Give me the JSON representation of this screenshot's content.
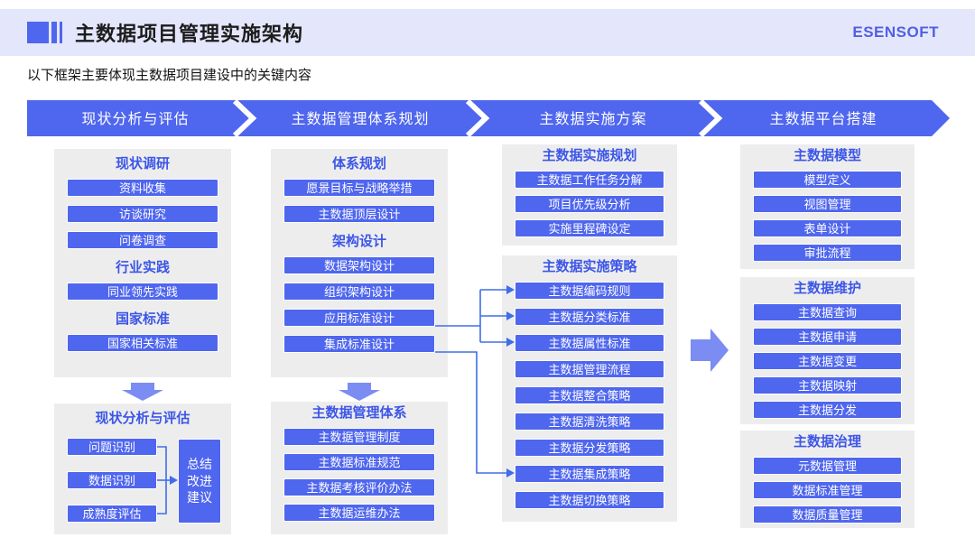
{
  "header": {
    "title": "主数据项目管理实施架构",
    "logo": "ESENSOFT"
  },
  "subtitle": "以下框架主要体现主数据项目建设中的关键内容",
  "stages": [
    "现状分析与评估",
    "主数据管理体系规划",
    "主数据实施方案",
    "主数据平台搭建"
  ],
  "col1": {
    "survey": {
      "heading": "现状调研",
      "items": [
        "资料收集",
        "访谈研究",
        "问卷调查"
      ]
    },
    "industry": {
      "heading": "行业实践",
      "items": [
        "同业领先实践"
      ]
    },
    "national": {
      "heading": "国家标准",
      "items": [
        "国家相关标准"
      ]
    },
    "assessment": {
      "heading": "现状分析与评估",
      "items": [
        "问题识别",
        "数据识别",
        "成熟度评估"
      ],
      "summary": "总结改进建议"
    }
  },
  "col2": {
    "planning": {
      "heading": "体系规划",
      "items": [
        "愿景目标与战略举措",
        "主数据顶层设计"
      ]
    },
    "architecture": {
      "heading": "架构设计",
      "items": [
        "数据架构设计",
        "组织架构设计",
        "应用标准设计",
        "集成标准设计"
      ]
    },
    "system": {
      "heading": "主数据管理体系",
      "items": [
        "主数据管理制度",
        "主数据标准规范",
        "主数据考核评价办法",
        "主数据运维办法"
      ]
    }
  },
  "col3": {
    "plan": {
      "heading": "主数据实施规划",
      "items": [
        "主数据工作任务分解",
        "项目优先级分析",
        "实施里程碑设定"
      ]
    },
    "strategy": {
      "heading": "主数据实施策略",
      "items": [
        "主数据编码规则",
        "主数据分类标准",
        "主数据属性标准",
        "主数据管理流程",
        "主数据整合策略",
        "主数据清洗策略",
        "主数据分发策略",
        "主数据集成策略",
        "主数据切换策略"
      ]
    }
  },
  "col4": {
    "model": {
      "heading": "主数据模型",
      "items": [
        "模型定义",
        "视图管理",
        "表单设计",
        "审批流程"
      ]
    },
    "maintain": {
      "heading": "主数据维护",
      "items": [
        "主数据查询",
        "主数据申请",
        "主数据变更",
        "主数据映射",
        "主数据分发"
      ]
    },
    "governance": {
      "heading": "主数据治理",
      "items": [
        "元数据管理",
        "数据标准管理",
        "数据质量管理"
      ]
    }
  },
  "icons": {
    "title_marker": "title-marker-icon",
    "down_arrow": "down-arrow-icon",
    "right_arrow": "right-arrow-icon",
    "stage_chevron": "chevron-separator-icon"
  },
  "colors": {
    "primary": "#4f66ee",
    "heading_text": "#3c56e7",
    "panel_bg": "#ededee",
    "header_bg": "#e4e7fb",
    "soft_arrow": "#7b8cf2",
    "connector": "#3e6ee8",
    "logo": "#515fe3"
  }
}
